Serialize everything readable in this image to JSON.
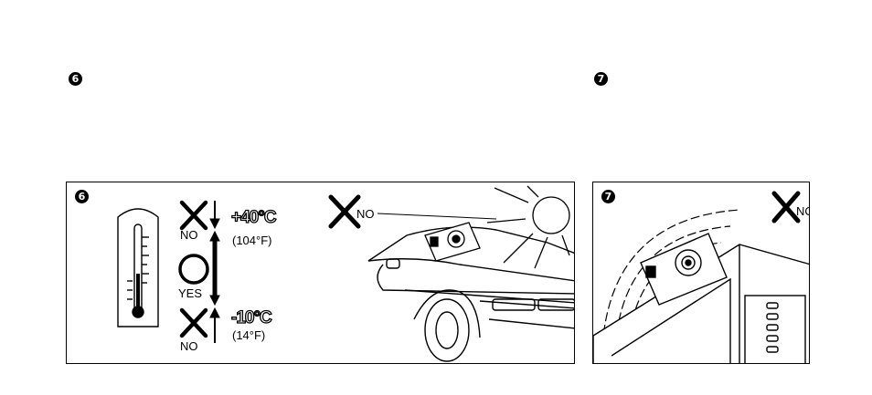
{
  "section_6": {
    "marker": "6",
    "panel_marker": "6",
    "high_temp_c": "+40°C",
    "high_temp_f": "(104°F)",
    "low_temp_c": "-10°C",
    "low_temp_f": "(14°F)",
    "label_no_top": "NO",
    "label_yes": "YES",
    "label_no_bottom": "NO",
    "label_no_car": "NO"
  },
  "section_7": {
    "marker": "7",
    "panel_marker": "7",
    "label_no": "NO"
  }
}
